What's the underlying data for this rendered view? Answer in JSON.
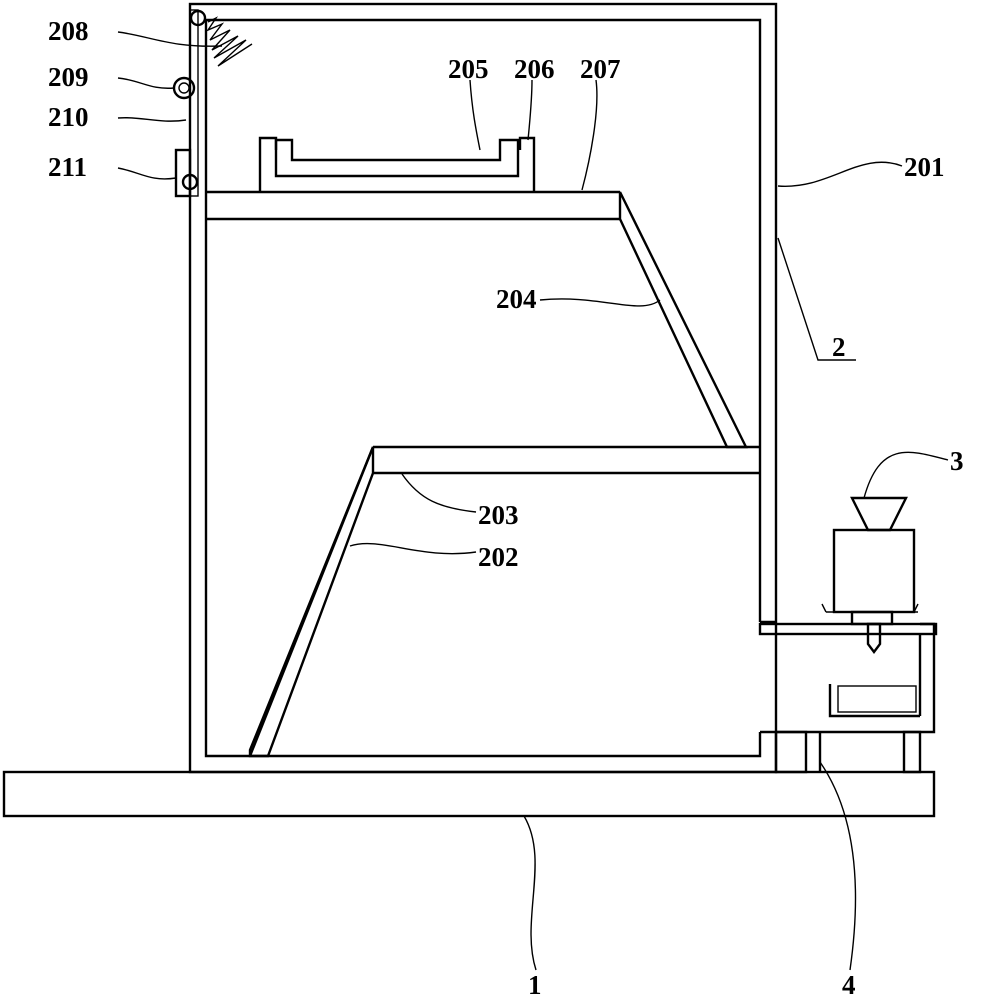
{
  "labels": {
    "base": "1",
    "housing": "2",
    "hopper_unit": "3",
    "support": "4",
    "frame": "201",
    "lower_slope": "202",
    "lower_shelf": "203",
    "upper_slope": "204",
    "tray": "205",
    "tray_wall": "206",
    "upper_shelf": "207",
    "spring": "208",
    "roller": "209",
    "door": "210",
    "latch": "211"
  },
  "colors": {
    "line": "#000000",
    "background": "#ffffff"
  }
}
